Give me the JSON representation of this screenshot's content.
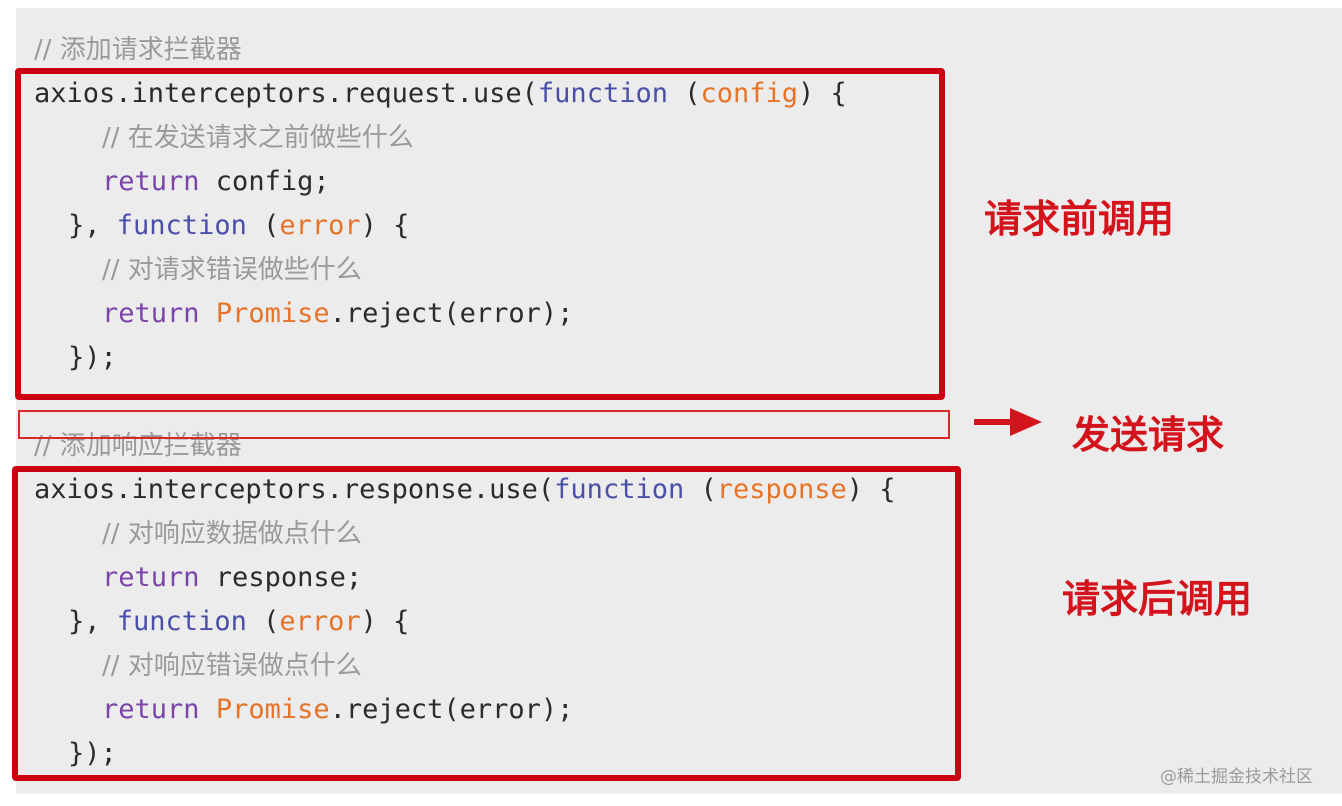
{
  "request_block": {
    "comment_title": "// 添加请求拦截器",
    "line1": {
      "obj": "axios.interceptors.request.use(",
      "fn_kw": "function",
      "space": " (",
      "param": "config",
      "end": ") {"
    },
    "line2": {
      "comment": "// 在发送请求之前做些什么"
    },
    "line3": {
      "kw": "return",
      "rest": " config;"
    },
    "line4": {
      "start": "}, ",
      "fn_kw": "function",
      "space": " (",
      "param": "error",
      "end": ") {"
    },
    "line5": {
      "comment": "// 对请求错误做些什么"
    },
    "line6": {
      "kw": "return",
      "cls": "Promise",
      "rest": ".reject(error);"
    },
    "line7": "});"
  },
  "response_block": {
    "comment_title": "// 添加响应拦截器",
    "line1": {
      "obj": "axios.interceptors.response.use(",
      "fn_kw": "function",
      "space": " (",
      "param": "response",
      "end": ") {"
    },
    "line2": {
      "comment": "// 对响应数据做点什么"
    },
    "line3": {
      "kw": "return",
      "rest": " response;"
    },
    "line4": {
      "start": "}, ",
      "fn_kw": "function",
      "space": " (",
      "param": "error",
      "end": ") {"
    },
    "line5": {
      "comment": "// 对响应错误做点什么"
    },
    "line6": {
      "kw": "return",
      "cls": "Promise",
      "rest": ".reject(error);"
    },
    "line7": "});"
  },
  "annotations": {
    "before_request": "请求前调用",
    "send_request": "发送请求",
    "after_request": "请求后调用"
  },
  "colors": {
    "highlight_border": "#cc0010",
    "annotation_text": "#d4141c",
    "keyword": "#7a45a8",
    "function_keyword": "#4a4fa8",
    "param": "#e5742a",
    "comment": "#9a9a9a",
    "code_background": "#ececec"
  },
  "icons": {
    "send_arrow": "arrow-right-icon"
  },
  "watermark": "@稀土掘金技术社区"
}
